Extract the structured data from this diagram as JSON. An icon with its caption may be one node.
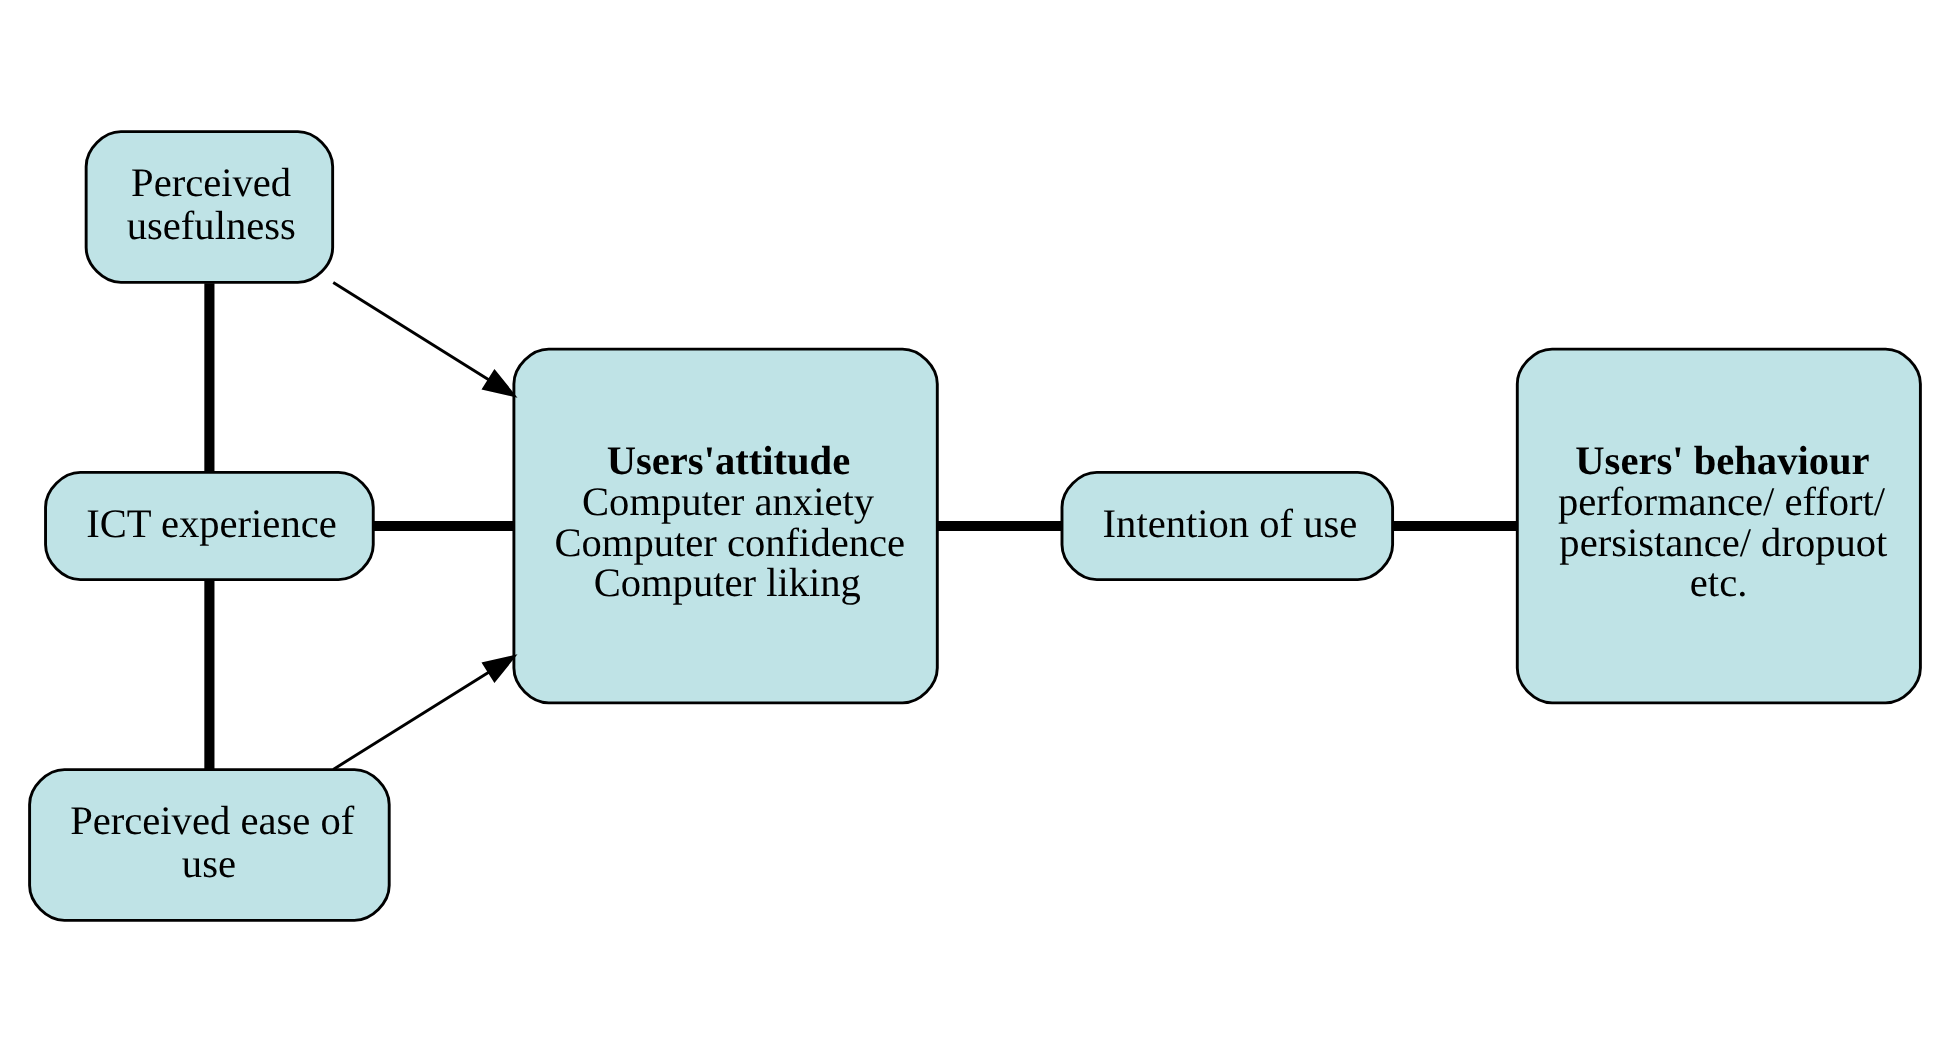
{
  "diagram": {
    "nodes": [
      {
        "text": [
          "Perceived usefulness"
        ]
      },
      {
        "text": [
          "ICT experience"
        ]
      },
      {
        "text": [
          "Perceived ease of use"
        ]
      },
      {
        "text": [
          "Users'attitude",
          "Computer anxiety Computer confidence Computer liking"
        ]
      },
      {
        "text": [
          "Intention of use"
        ]
      },
      {
        "text": [
          "Users' behaviour",
          "performance/ effort/ persistance/ dropuot etc."
        ]
      }
    ],
    "edges": [
      {
        "from": 0,
        "to": 1,
        "arrow": "none"
      },
      {
        "from": 1,
        "to": 2,
        "arrow": "none"
      },
      {
        "from": 0,
        "to": 3,
        "arrow": "to"
      },
      {
        "from": 1,
        "to": 3,
        "arrow": "none"
      },
      {
        "from": 2,
        "to": 3,
        "arrow": "to"
      },
      {
        "from": 3,
        "to": 4,
        "arrow": "none"
      },
      {
        "from": 4,
        "to": 5,
        "arrow": "none"
      }
    ]
  }
}
